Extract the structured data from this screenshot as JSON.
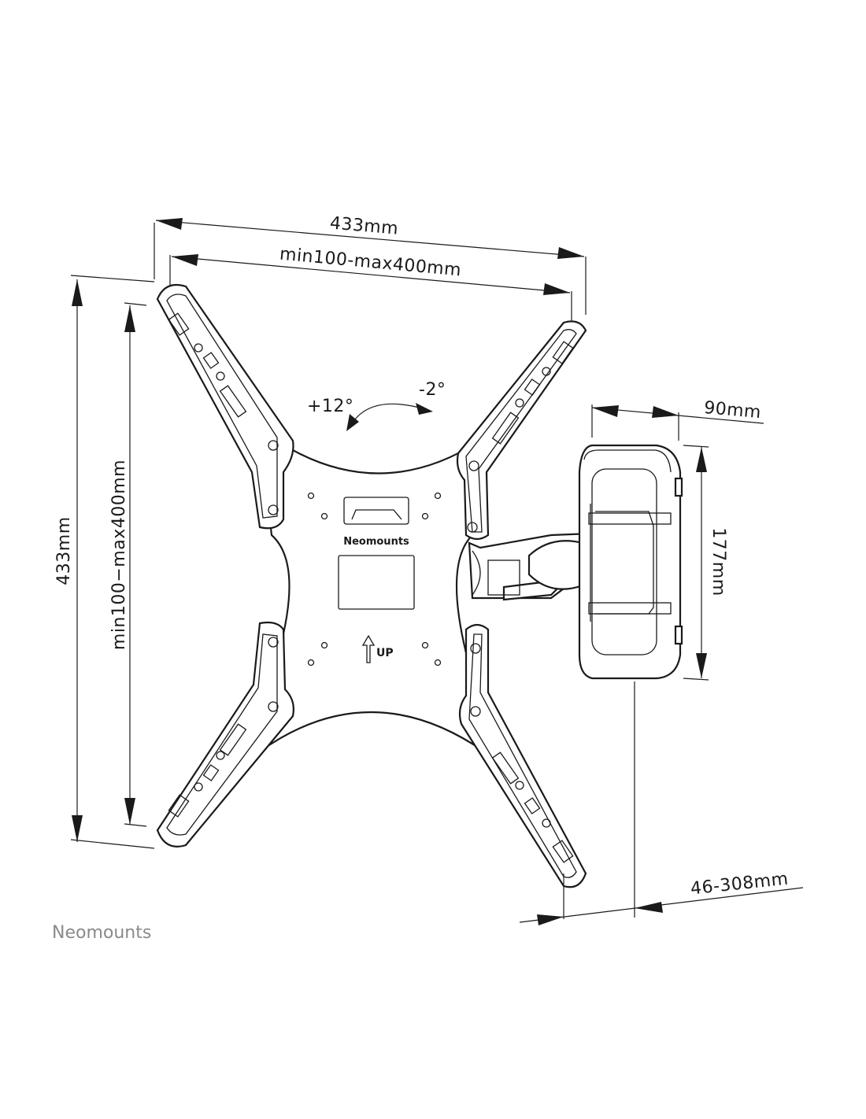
{
  "dimensions": {
    "overall_width": "433mm",
    "vesa_width": "min100-max400mm",
    "overall_height": "433mm",
    "vesa_height": "min100−max400mm",
    "tilt_up": "+12°",
    "tilt_down": "-2°",
    "wall_plate_depth": "90mm",
    "wall_plate_height": "177mm",
    "extension": "46-308mm"
  },
  "plate_labels": {
    "brand": "Neomounts",
    "up": "UP"
  },
  "footer": {
    "logo": "Neomounts"
  },
  "colors": {
    "line": "#1a1a1a",
    "logo": "#8a8a8a"
  }
}
